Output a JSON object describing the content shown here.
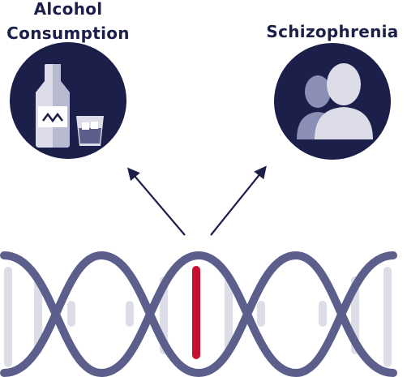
{
  "labels": {
    "alcohol_line1": "Alcohol",
    "alcohol_line2": "Consumption",
    "schizophrenia": "Schizophrenia"
  },
  "icons": {
    "left": "alcohol-bottle-and-glass-icon",
    "right": "people-silhouette-icon",
    "bottom": "dna-helix-icon"
  },
  "colors": {
    "navy": "#1c1f4a",
    "strand": "#5c5e8c",
    "rung": "#dcdde7",
    "highlight": "#c8102e",
    "icon_light": "#dcdde8",
    "icon_mid": "#9a9cc0"
  }
}
